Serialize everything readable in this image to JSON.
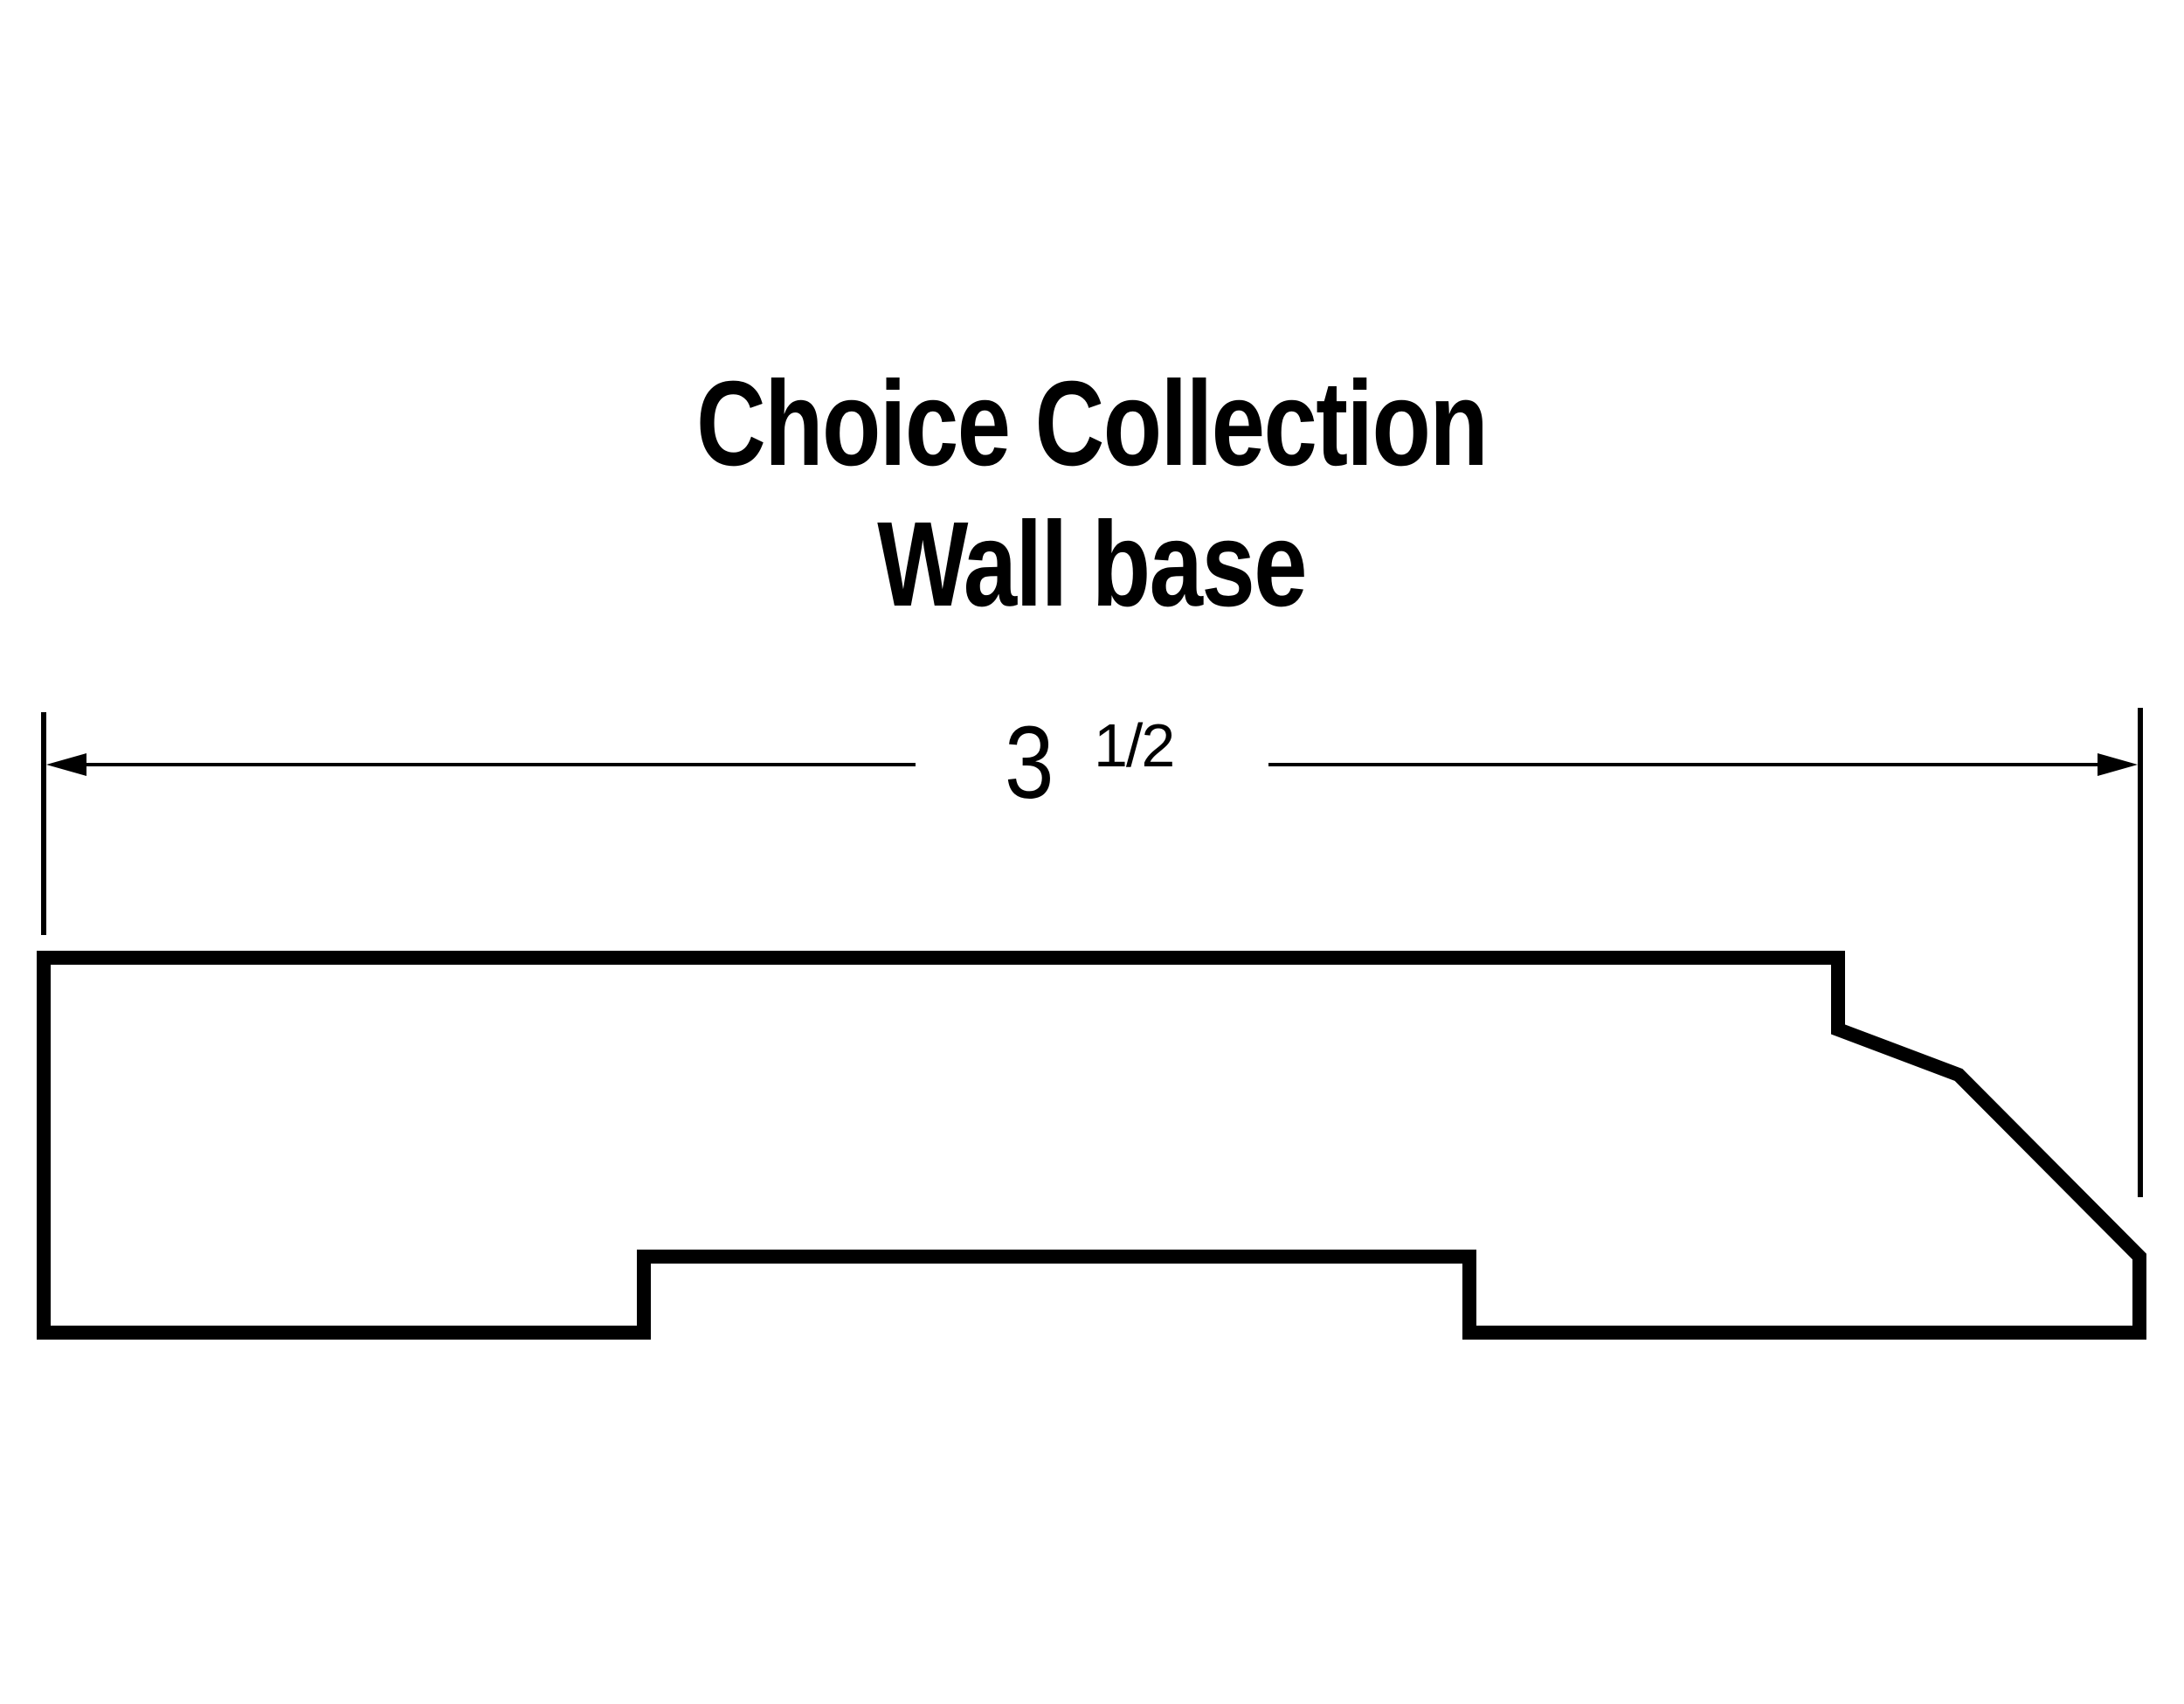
{
  "title": {
    "line1": "Choice Collection",
    "line2": "Wall base"
  },
  "dimension": {
    "whole": "3",
    "fraction": "1/2",
    "label": "3 1/2"
  },
  "colors": {
    "stroke": "#000000",
    "background": "#ffffff"
  }
}
